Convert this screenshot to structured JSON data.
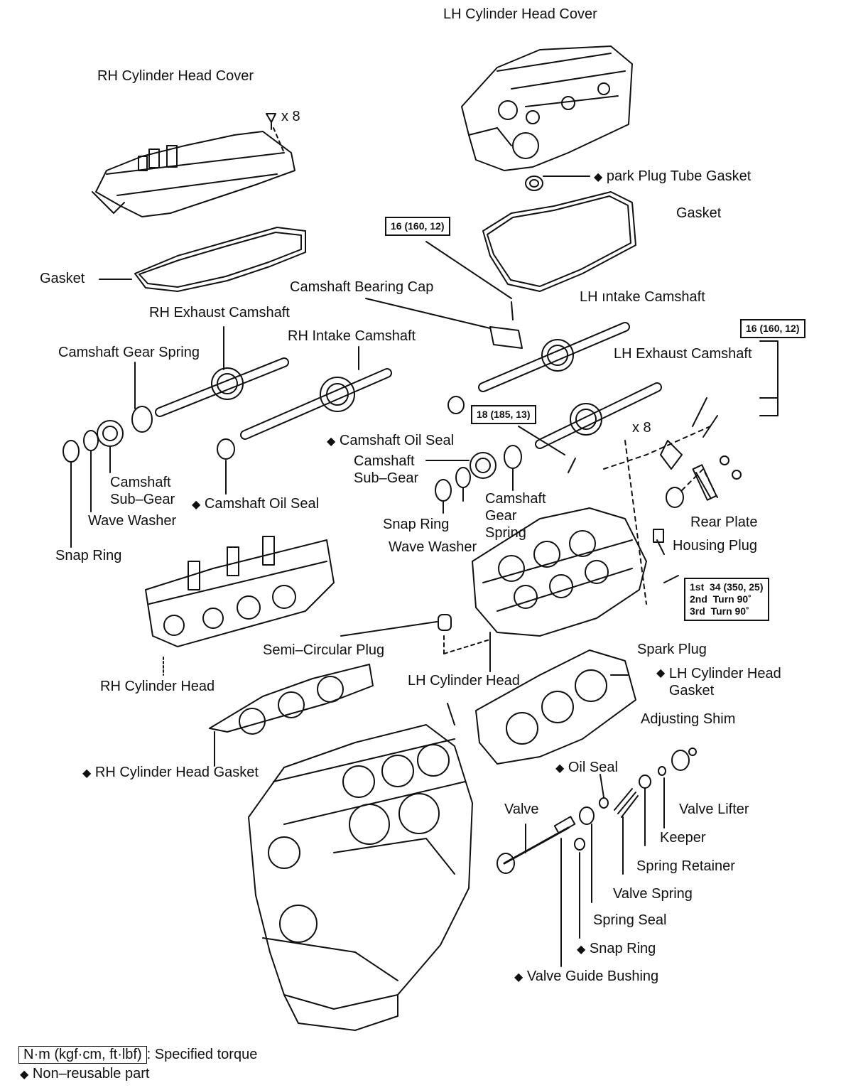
{
  "labels": {
    "lh_head_cover": "LH Cylinder Head Cover",
    "rh_head_cover": "RH Cylinder Head Cover",
    "x8_top": "x 8",
    "spark_plug_tube_gasket": "park Plug Tube Gasket",
    "lh_gasket": "Gasket",
    "rh_gasket": "Gasket",
    "camshaft_bearing_cap": "Camshaft Bearing Cap",
    "lh_intake_camshaft": "LH ıntake Camshaft",
    "rh_exhaust_camshaft": "RH Exhaust Camshaft",
    "rh_intake_camshaft": "RH Intake Camshaft",
    "camshaft_gear_spring_left": "Camshaft Gear Spring",
    "lh_exhaust_camshaft": "LH Exhaust Camshaft",
    "x8_mid": "x 8",
    "camshaft_oil_seal_upper": "Camshaft Oil Seal",
    "camshaft_sub_gear_mid": "Camshaft\nSub–Gear",
    "camshaft_sub_gear_left": "Camshaft\nSub–Gear",
    "camshaft_oil_seal_lower": "Camshaft Oil Seal",
    "camshaft_gear_spring_mid": "Camshaft\nGear\nSpring",
    "wave_washer_left": "Wave Washer",
    "snap_ring_mid": "Snap Ring",
    "rear_plate": "Rear Plate",
    "housing_plug": "Housing Plug",
    "wave_washer_mid": "Wave Washer",
    "snap_ring_left": "Snap Ring",
    "semi_circular_plug": "Semi–Circular Plug",
    "spark_plug": "Spark Plug",
    "lh_head_gasket": "LH Cylinder Head\nGasket",
    "rh_cylinder_head": "RH Cylinder Head",
    "lh_cylinder_head": "LH Cylinder Head",
    "adjusting_shim": "Adjusting Shim",
    "rh_head_gasket": "RH Cylinder Head Gasket",
    "oil_seal": "Oil Seal",
    "valve": "Valve",
    "valve_lifter": "Valve Lifter",
    "keeper": "Keeper",
    "spring_retainer": "Spring Retainer",
    "valve_spring": "Valve Spring",
    "spring_seal": "Spring Seal",
    "snap_ring_bottom": "Snap Ring",
    "valve_guide_bushing": "Valve Guide Bushing"
  },
  "torques": {
    "cap_bolt": "16 (160, 12)",
    "right_side": "16 (160, 12)",
    "head_bolt": "18 (185, 13)",
    "head_sequence": "1st  34 (350, 25)\n2nd  Turn 90˚\n3rd  Turn 90˚"
  },
  "legend": {
    "torque_box": "N·m (kgf·cm, ft·lbf)",
    "torque_text": ": Specified torque",
    "nonreusable_text": "Non–reusable part"
  },
  "symbols": {
    "nonreusable": "◆"
  }
}
